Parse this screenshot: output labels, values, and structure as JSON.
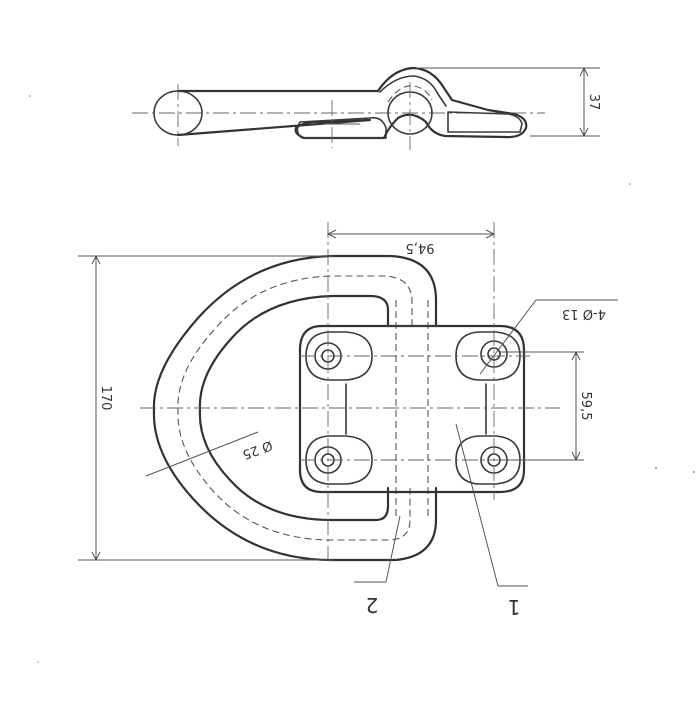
{
  "dimensions": {
    "height_side": "37",
    "hole_spacing_x": "94,5",
    "hole_spacing_y": "59,5",
    "overall_height": "170",
    "hole_callout": "4-Ø 13",
    "ring_diameter": "Ø 25"
  },
  "part_labels": {
    "part_1": "1",
    "part_2": "2"
  }
}
